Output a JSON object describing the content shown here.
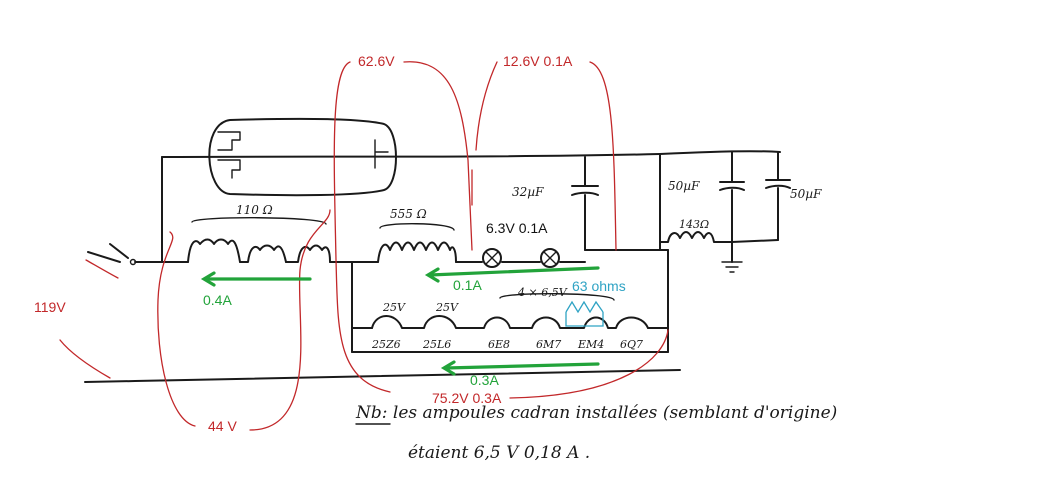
{
  "labels": {
    "mains_voltage": "119V",
    "left_current": "0.4A",
    "left_drop": "44 V",
    "rheostat_voltage": "62.6V",
    "supply_node": "12.6V 0.1A",
    "lamps_spec": "6.3V 0.1A",
    "lamp_current": "0.1A",
    "shunt": "63 ohms",
    "heater_current": "0.3A",
    "heater_chain": "75.2V 0.3A"
  },
  "handwritten": {
    "resistor_left": "110 Ω",
    "resistor_mid": "555 Ω",
    "cap_left": "32µF",
    "cap_right_a": "50µF",
    "cap_right_b": "50µF",
    "choke": "143Ω",
    "group_note": "4 × 6,5V",
    "tube_volt_1": "25V",
    "tube_volt_2": "25V",
    "tubes": [
      "25Z6",
      "25L6",
      "6E8",
      "6M7",
      "EM4",
      "6Q7"
    ],
    "note_line1": "Nb: les ampoules cadran installées (semblant d'origine)",
    "note_line2": "étaient 6,5 V  0,18 A ."
  }
}
